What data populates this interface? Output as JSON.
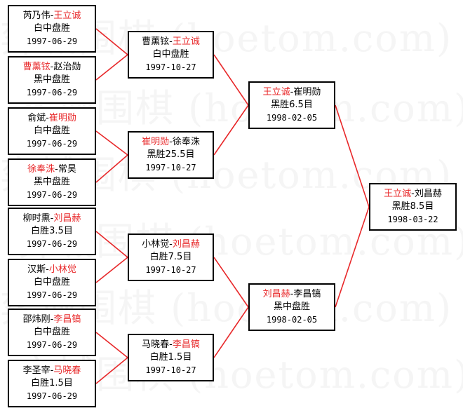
{
  "watermark": "弈城围棋 (hoetom.com)",
  "colors": {
    "winner": "#e8282a",
    "loser": "#000000",
    "line": "#e8282a",
    "border": "#000000"
  },
  "matches": [
    {
      "id": "r1m1",
      "p1": "芮乃伟",
      "p2": "王立诚",
      "winner": 2,
      "result": "白中盘胜",
      "date": "1997-06-29"
    },
    {
      "id": "r1m2",
      "p1": "曹薰铉",
      "p2": "赵治勋",
      "winner": 1,
      "result": "黑中盘胜",
      "date": "1997-06-29"
    },
    {
      "id": "r1m3",
      "p1": "俞斌",
      "p2": "崔明勋",
      "winner": 2,
      "result": "白中盘胜",
      "date": "1997-06-29"
    },
    {
      "id": "r1m4",
      "p1": "徐奉洙",
      "p2": "常昊",
      "winner": 1,
      "result": "黑中盘胜",
      "date": "1997-06-29"
    },
    {
      "id": "r1m5",
      "p1": "柳时熏",
      "p2": "刘昌赫",
      "winner": 2,
      "result": "白胜3.5目",
      "date": "1997-06-29"
    },
    {
      "id": "r1m6",
      "p1": "汉斯",
      "p2": "小林觉",
      "winner": 2,
      "result": "白中盘胜",
      "date": "1997-06-29"
    },
    {
      "id": "r1m7",
      "p1": "邵炜刚",
      "p2": "李昌镐",
      "winner": 2,
      "result": "白中盘胜",
      "date": "1997-06-29"
    },
    {
      "id": "r1m8",
      "p1": "李圣宰",
      "p2": "马晓春",
      "winner": 2,
      "result": "白胜1.5目",
      "date": "1997-06-29"
    },
    {
      "id": "r2m1",
      "p1": "曹薰铉",
      "p2": "王立诚",
      "winner": 2,
      "result": "白中盘胜",
      "date": "1997-10-27"
    },
    {
      "id": "r2m2",
      "p1": "崔明勋",
      "p2": "徐奉洙",
      "winner": 1,
      "result": "黑胜25.5目",
      "date": "1997-10-27"
    },
    {
      "id": "r2m3",
      "p1": "小林觉",
      "p2": "刘昌赫",
      "winner": 2,
      "result": "白胜7.5目",
      "date": "1997-10-27"
    },
    {
      "id": "r2m4",
      "p1": "马晓春",
      "p2": "李昌镐",
      "winner": 2,
      "result": "白胜1.5目",
      "date": "1997-10-27"
    },
    {
      "id": "r3m1",
      "p1": "王立诚",
      "p2": "崔明勋",
      "winner": 1,
      "result": "黑胜6.5目",
      "date": "1998-02-05"
    },
    {
      "id": "r3m2",
      "p1": "刘昌赫",
      "p2": "李昌镐",
      "winner": 1,
      "result": "黑中盘胜",
      "date": "1998-02-05"
    },
    {
      "id": "r4m1",
      "p1": "王立诚",
      "p2": "刘昌赫",
      "winner": 1,
      "result": "黑胜8.5目",
      "date": "1998-03-22"
    }
  ]
}
